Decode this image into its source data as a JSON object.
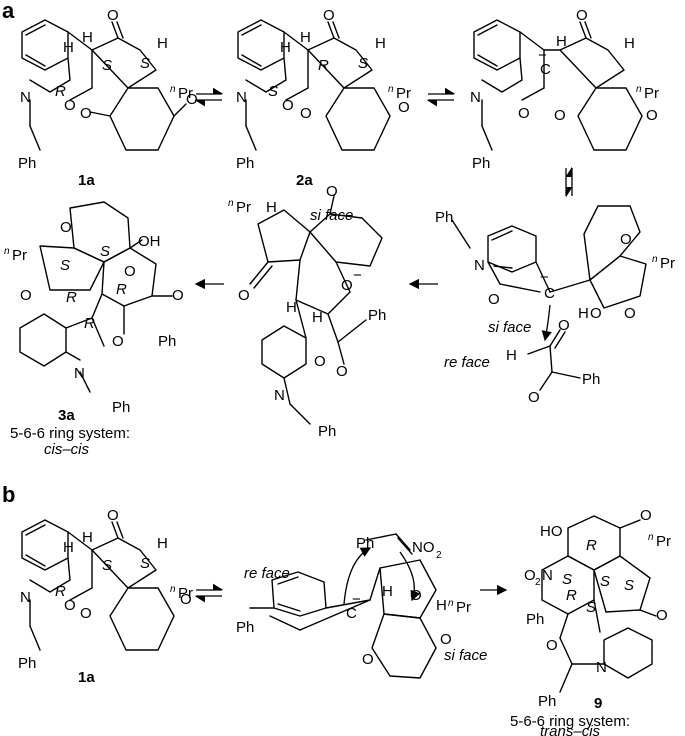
{
  "panel_a": {
    "label": "a",
    "compound_1a": "1a",
    "compound_2a": "2a",
    "compound_3a": "3a",
    "si_face_top": "si face",
    "si_face_mid": "si face",
    "re_face_mid": "re face",
    "ring_system_label": "5-6-6 ring system:",
    "ring_system_value": "cis–cis",
    "pr_label": "Pr",
    "pr_prefix": "n",
    "ph_label": "Ph",
    "oh_label": "OH",
    "n_label": "N",
    "o_label": "O",
    "h_label": "H",
    "stereo_R": "R",
    "stereo_S": "S",
    "anion_label": "O",
    "minus": "−",
    "c_label": "C"
  },
  "panel_b": {
    "label": "b",
    "compound_1a": "1a",
    "compound_9": "9",
    "re_face": "re face",
    "si_face": "si face",
    "ring_system_label": "5-6-6 ring system:",
    "ring_system_value": "trans–cis",
    "no2_label": "NO",
    "no2_sub": "2",
    "ho_label": "HO",
    "o2n_label": "O",
    "o2n_sub": "2",
    "o2n_tail": "N",
    "ph_label": "Ph",
    "pr_label": "Pr",
    "pr_prefix": "n"
  }
}
